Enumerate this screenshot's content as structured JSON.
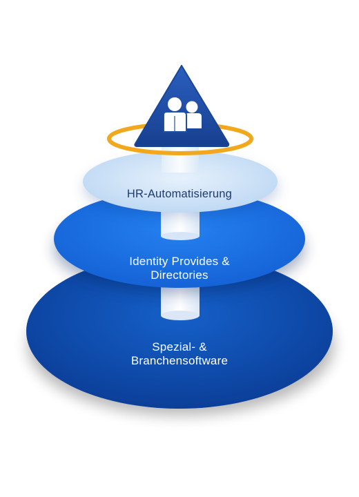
{
  "layers": {
    "top": {
      "line1": "HR-Automatisierung"
    },
    "middle": {
      "line1": "Identity Provides &",
      "line2": "Directories"
    },
    "bottom": {
      "line1": "Spezial- &",
      "line2": "Branchensoftware"
    }
  },
  "apex": {
    "icon": "users-icon"
  },
  "colors": {
    "bottom_disc": "#0d47a8",
    "middle_disc": "#1a6fe0",
    "top_disc": "#cfe3f7",
    "apex": "#1f4fa6",
    "ring": "#f2a81d"
  }
}
